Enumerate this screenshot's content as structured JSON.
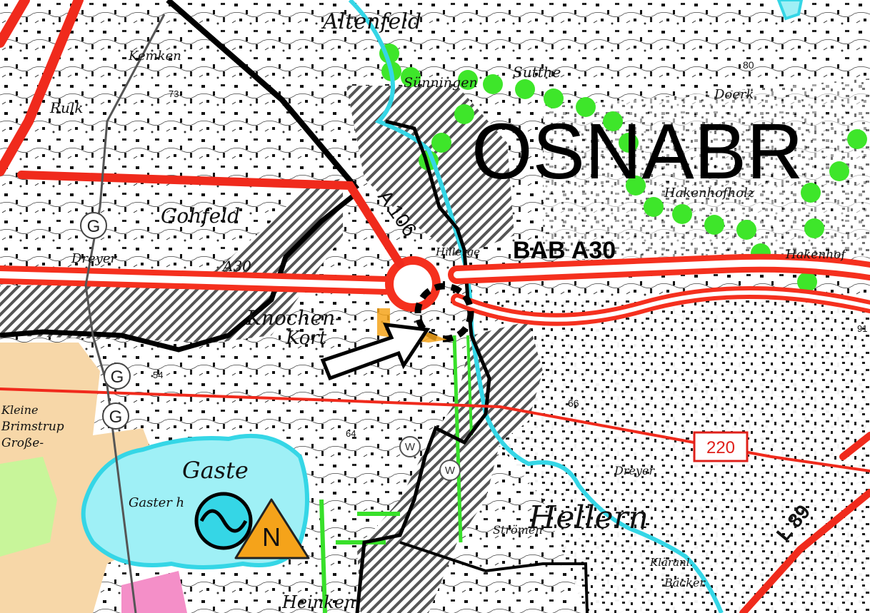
{
  "map": {
    "colors": {
      "road_red": "#f02a1c",
      "motorway_red": "#f5301e",
      "river_cyan": "#35d6e6",
      "water_zone_cyan": "#9ff0f6",
      "green_dot": "#3ee62a",
      "green_line": "#38e02a",
      "tan_area": "#f7d7a8",
      "light_green_area": "#c8f59a",
      "pink_area": "#f48fc8",
      "hatch_gray": "#555555",
      "boundary_black": "#000000",
      "orange_marker": "#f5a31a"
    },
    "city_label": "OSNABR",
    "motorway_label": "BAB A30",
    "route_shield": "220",
    "g_markers": [
      "G",
      "G",
      "G"
    ],
    "w_markers": [
      "W",
      "W"
    ],
    "nuclear_label": "N",
    "icons": [
      "arrow-icon",
      "sine-wave-icon",
      "warning-triangle-icon",
      "dashed-circle-icon"
    ],
    "place_labels": {
      "altenfeld": "Altenfeld",
      "sunningen": "Sünningen",
      "sutthe": "Sutthe",
      "kemken": "Kemken",
      "rulk": "Rulk",
      "gohfeld": "Gohfeld",
      "dreyer_w": "Dreyer",
      "hakenhofholz": "Hakenhofholz",
      "hakenhof": "Hakenhof",
      "doerk": "Doerk",
      "knochen": "Knochen-",
      "kort": "Kort",
      "kleine": "Kleine",
      "brimstrup": "Brimstrup",
      "grosse": "Große-",
      "gaste": "Gaste",
      "gasterh": "Gaster h",
      "hellern": "Hellern",
      "dreyer_e": "Dreyer",
      "klaeranl": "Kläranl.",
      "baecker": "Bäcker",
      "heinken": "Heinken",
      "stroemen": "Strömen",
      "road_a30": "A30",
      "road_a106": "A 106",
      "road_l89": "L 89",
      "hillerge": "Hillerge",
      "e80": "80",
      "e91": "91",
      "e66": "66",
      "e64": "64",
      "e54": "54",
      "e73": "73"
    }
  }
}
